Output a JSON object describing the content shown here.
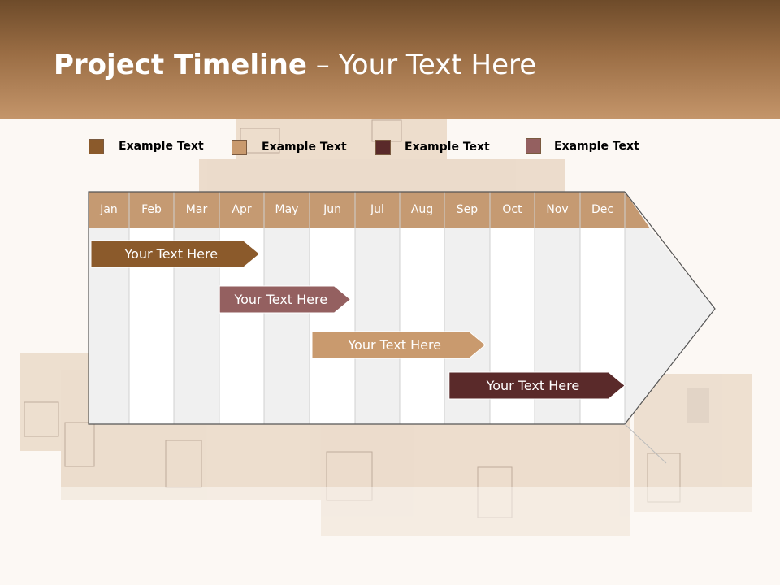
{
  "title": {
    "bold": "Project Timeline",
    "rest": " – Your Text Here"
  },
  "legend": [
    {
      "label": "Example Text",
      "color": "#8b5a2b"
    },
    {
      "label": "Example Text",
      "color": "#c99a6e"
    },
    {
      "label": "Example Text",
      "color": "#5a2a2a"
    },
    {
      "label": "Example Text",
      "color": "#946060"
    }
  ],
  "months": [
    "Jan",
    "Feb",
    "Mar",
    "Apr",
    "May",
    "Jun",
    "Jul",
    "Aug",
    "Sep",
    "Oct",
    "Nov",
    "Dec"
  ],
  "tasks": [
    {
      "label": "Your  Text Here",
      "color": "#8b5a2b",
      "start": 0,
      "end": 3.9
    },
    {
      "label": "Your  Text Here",
      "color": "#946060",
      "start": 2.95,
      "end": 5.9
    },
    {
      "label": "Your  Text Here",
      "color": "#c99a6e",
      "start": 5.0,
      "end": 8.9
    },
    {
      "label": "Your  Text Here",
      "color": "#5a2a2a",
      "start": 8.05,
      "end": 12.0
    }
  ],
  "colors": {
    "header_dark": "#6e4b2a",
    "header_light": "#c4956a",
    "month_band": "#c59a72"
  }
}
